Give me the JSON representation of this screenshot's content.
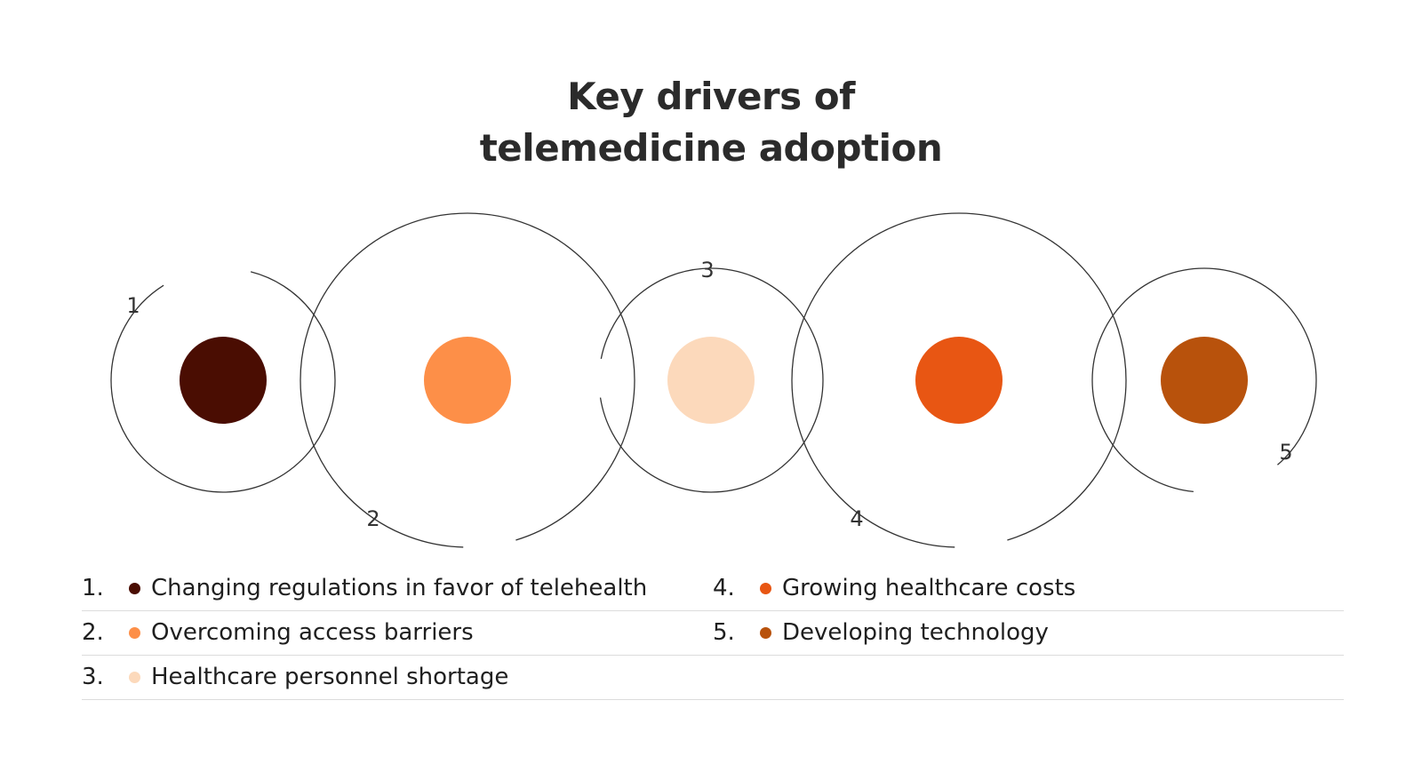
{
  "title": {
    "line1": "Key drivers of",
    "line2": "telemedicine adoption"
  },
  "drivers": [
    {
      "number": "1",
      "list_number": "1.",
      "label": "Changing regulations in favor of telehealth",
      "color": "#4a0d02"
    },
    {
      "number": "2",
      "list_number": "2.",
      "label": "Overcoming access barriers",
      "color": "#fd8f48"
    },
    {
      "number": "3",
      "list_number": "3.",
      "label": "Healthcare personnel shortage",
      "color": "#fcd9bb"
    },
    {
      "number": "4",
      "list_number": "4.",
      "label": "Growing healthcare costs",
      "color": "#e85613"
    },
    {
      "number": "5",
      "list_number": "5.",
      "label": "Developing technology",
      "color": "#b8520c"
    }
  ]
}
